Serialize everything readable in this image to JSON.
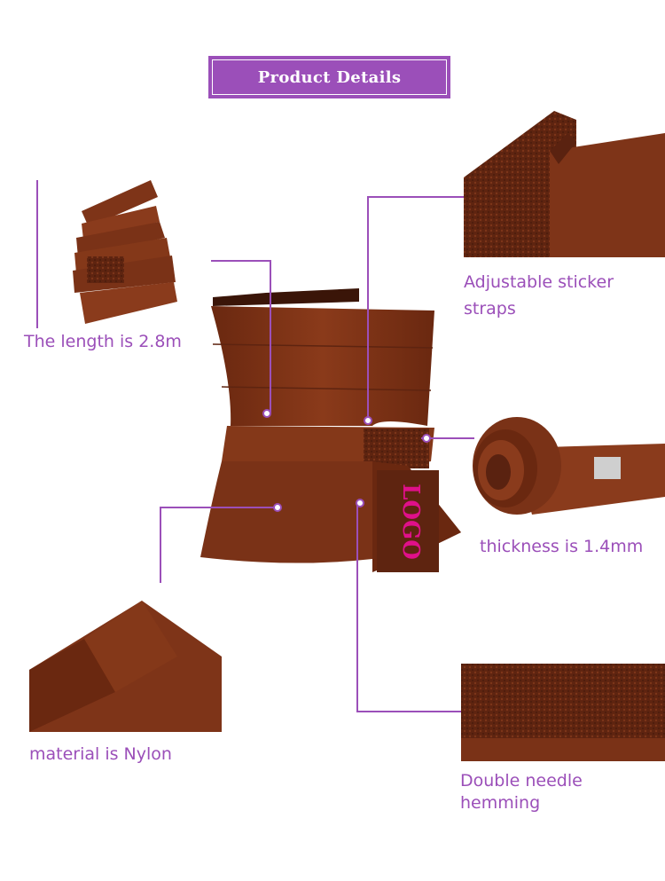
{
  "header": {
    "title": "Product Details"
  },
  "callouts": {
    "length": "The length is 2.8m",
    "sticker": "Adjustable sticker straps",
    "thickness": "thickness is 1.4mm",
    "material": "material is Nylon",
    "hemming": "Double needle hemming"
  },
  "product": {
    "logo_text": "LOGO"
  },
  "colors": {
    "accent": "#9b4fb9",
    "fabric": "#7a2f14",
    "logo": "#e0108a"
  }
}
